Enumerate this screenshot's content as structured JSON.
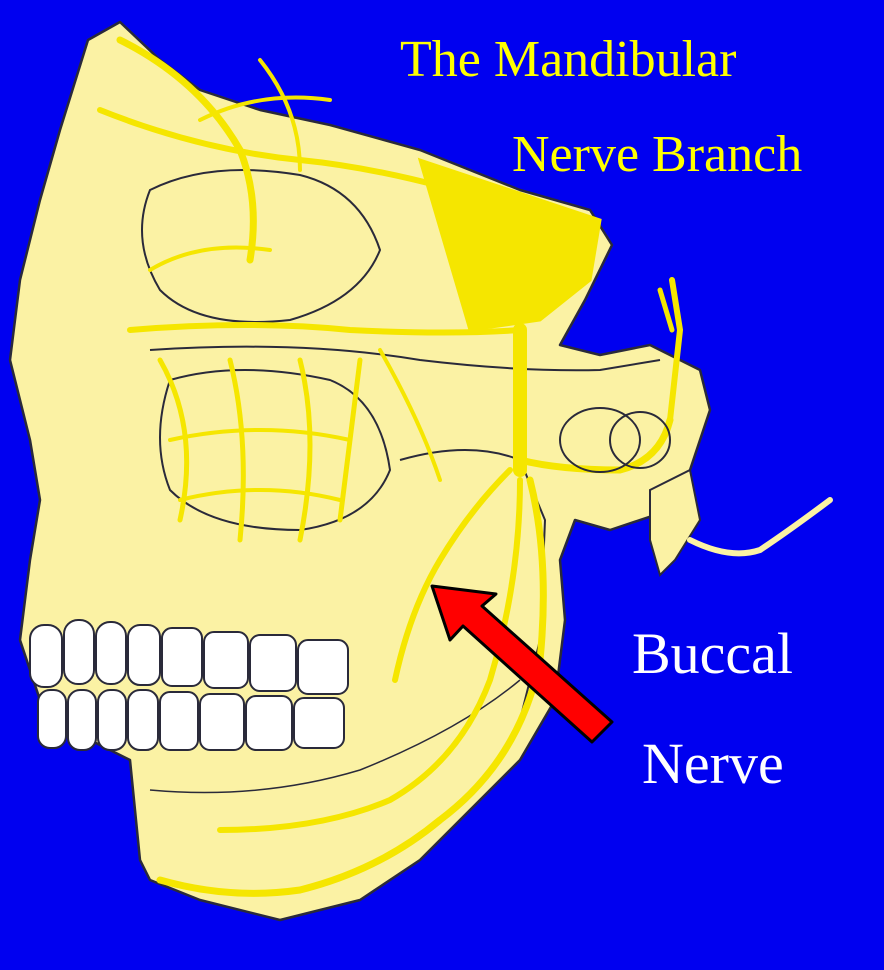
{
  "slide": {
    "title_line_1": "The Mandibular",
    "title_line_2": "Nerve Branch",
    "label_line_1": "Buccal",
    "label_line_2": "Nerve"
  },
  "colors": {
    "background": "#0000f0",
    "title_text": "#ffff00",
    "label_text": "#ffffff",
    "bone": "#fbf2a4",
    "nerve": "#f5e600",
    "outline": "#2a2a3a",
    "arrow_fill": "#ff0000",
    "arrow_outline": "#000000",
    "teeth": "#ffffff"
  },
  "illustration": {
    "subject": "lateral skull with mandibular nerve branches",
    "arrow_target": "buccal-nerve"
  }
}
